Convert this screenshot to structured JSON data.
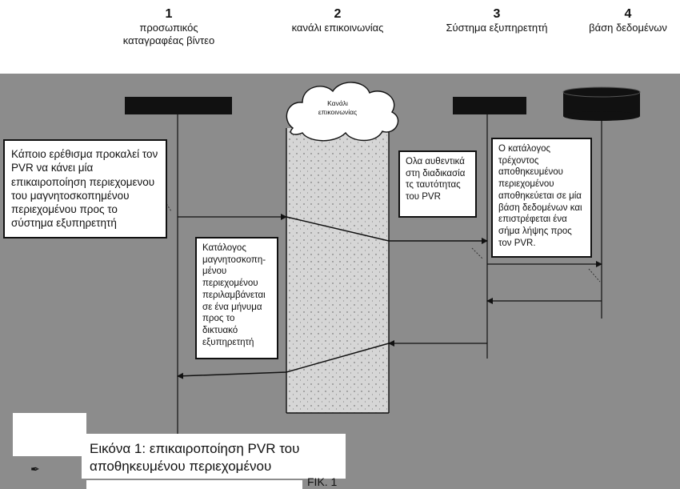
{
  "columns": [
    {
      "number": "1",
      "label": "προσωπικός καταγραφέας βίντεο"
    },
    {
      "number": "2",
      "label": "κανάλι επικοινωνίας"
    },
    {
      "number": "3",
      "label": "Σύστημα εξυπηρετητή"
    },
    {
      "number": "4",
      "label": "βάση δεδομένων"
    }
  ],
  "cloud_label": "Κανάλι επικοινωνίας",
  "notes": {
    "trigger": "Κάποιο ερέθισμα προκαλεί τον PVR να κάνει μία επικαιροποίηση περιεχομενου του μαγνητοσκοπημένου περιεχομένου προς το σύστημα εξυπηρετητή",
    "catalog_message": "Κατάλογος μαγνητοσκοπη-μένου περιεχομένου περιλαμβάνεται σε ένα μήνυμα προς το δικτυακό εξυπηρετητή",
    "authentication": "Ολα αυθεντικά στη διαδικασία τς ταυτότητας του PVR",
    "db_store": "Ο κατάλογος τρέχοντος αποθηκευμένου περιεχομένου αποθηκεύεται σε μία βάση δεδομένων και επιστρέφεται ένα σήμα λήψης προς τον PVR."
  },
  "caption": "Εικόνα 1: επικαιροποίηση PVR του αποθηκευμένου περιεχομένου",
  "figure_label": "FIK. 1",
  "colors": {
    "background_grey": "#8c8c8c",
    "channel_dots": "#d6d6d6",
    "line": "#111111",
    "box": "#ffffff"
  }
}
